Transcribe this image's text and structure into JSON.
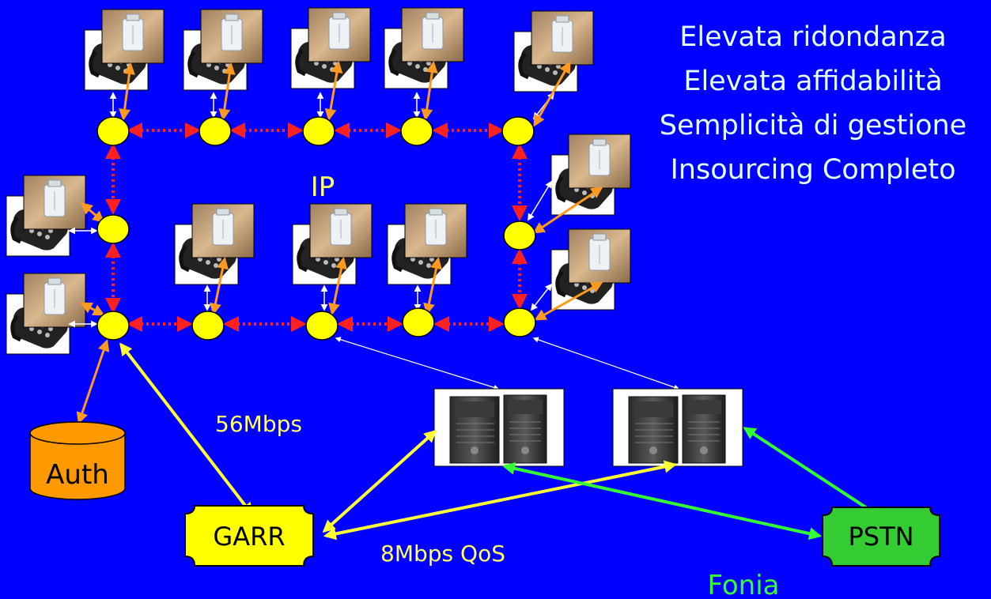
{
  "features": [
    "Elevata ridondanza",
    "Elevata affidabilità",
    "Semplicità di gestione",
    "Insourcing Completo"
  ],
  "network_label": "IP",
  "auth_label": "Auth",
  "garr_label": "GARR",
  "pstn_label": "PSTN",
  "link_garr_ip": "56Mbps",
  "link_garr_servers": "8Mbps QoS",
  "fonia_label": "Fonia",
  "colors": {
    "background": "#0000ff",
    "node": "#ffff00",
    "ring_link": "#ff2020",
    "phone_link": "#ff9a1e",
    "garr_link": "#ffff33",
    "pstn_link": "#33ff33",
    "auth_fill": "#ff9900",
    "garr_fill": "#ffff00",
    "pstn_fill": "#33cc33",
    "feature_text": "#e6ffff",
    "label_text": "#ffff66",
    "fonia_text": "#33ff33"
  },
  "icons": [
    "desk-phone-icon",
    "voip-adapter-icon",
    "server-tower-icon",
    "database-cylinder-icon"
  ]
}
